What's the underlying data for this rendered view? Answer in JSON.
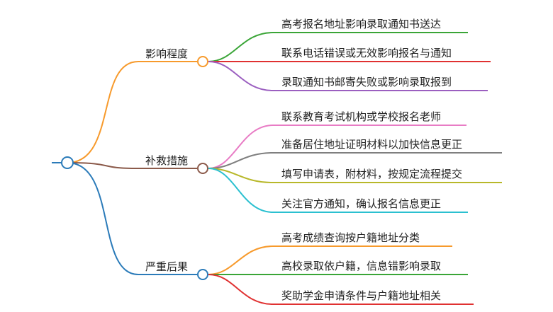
{
  "mindmap": {
    "branches": [
      {
        "label": "影响程度",
        "color": "#f79a2c",
        "leaves": [
          {
            "label": "高考报名地址影响录取通知书送达",
            "color": "#3aa537"
          },
          {
            "label": "联系电话错误或无效影响报名与通知",
            "color": "#e03131"
          },
          {
            "label": "录取通知书邮寄失败或影响录取报到",
            "color": "#9b5fc0"
          }
        ]
      },
      {
        "label": "补救措施",
        "color": "#8b5a4a",
        "leaves": [
          {
            "label": "联系教育考试机构或学校报名老师",
            "color": "#e87cc5"
          },
          {
            "label": "准备居住地址证明材料以加快信息更正",
            "color": "#7f7f7f"
          },
          {
            "label": "填写申请表，附材料，按规定流程提交",
            "color": "#b8b82a"
          },
          {
            "label": "关注官方通知，确认报名信息更正",
            "color": "#2bc0d0"
          }
        ]
      },
      {
        "label": "严重后果",
        "color": "#2b7bb9",
        "leaves": [
          {
            "label": "高考成绩查询按户籍地址分类",
            "color": "#f79a2c"
          },
          {
            "label": "高校录取依户籍，信息错影响录取",
            "color": "#3aa537"
          },
          {
            "label": "奖助学金申请条件与户籍地址相关",
            "color": "#e03131"
          }
        ]
      }
    ]
  }
}
